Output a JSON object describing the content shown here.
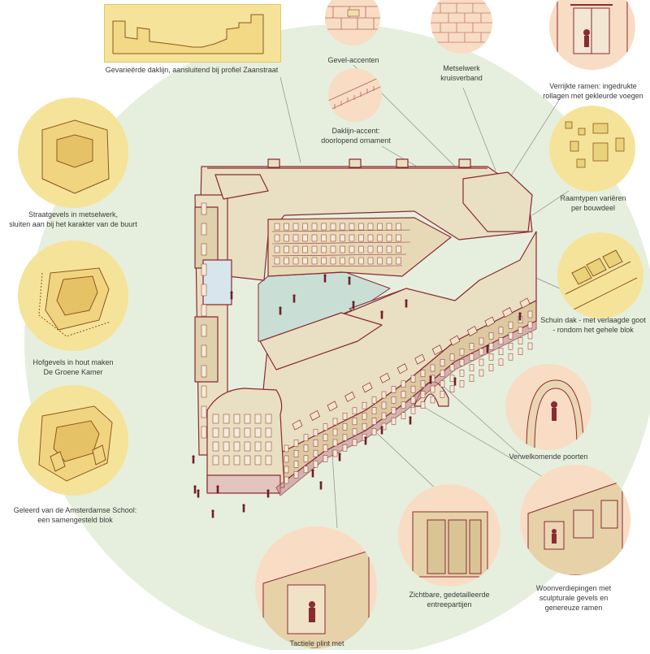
{
  "palette": {
    "background_circle": "#e6efdd",
    "bubble_fill": "#f5e39a",
    "peach_fill": "#f9dcc4",
    "building_fill": "#e9dfc3",
    "building_stroke": "#8a2a32",
    "courtyard": "#c9dfd6",
    "base_accent": "#c98c90"
  },
  "callouts": {
    "roofline": "Gevarieërde daklijn, aansluitend bij profiel Zaanstraat",
    "facade_accents": "Gevel-accenten",
    "masonry": "Metselwerk\nkruisverband",
    "windows_enriched": "Verrijkte ramen: ingedrukte\nrollagen met gekleurde voegen",
    "roof_accent": "Daklijn-accent:\ndoorlopend ornament",
    "window_types": "Raamtypen variëren\nper bouwdeel",
    "street_facades": "Straatgevels in metselwerk,\nsluiten aan bij het karakter van de buurt",
    "sloped_roof": "Schuin dak - met verlaagde goot\n- rondom het gehele blok",
    "courtyard_facades": "Hofgevels in hout maken\nDe Groene Kamer",
    "gates": "Verwelkomende poorten",
    "amsterdam_school": "Geleerd van de Amsterdamse School:\neen samengesteld blok",
    "entrances": "Zichtbare, gedetailleerde\nentreepartijen",
    "dwelling_floors": "Woonverdiepingen met\nsculpturale gevels en\ngenereuze ramen",
    "tactile_plinth": "Tactiele plint met"
  }
}
